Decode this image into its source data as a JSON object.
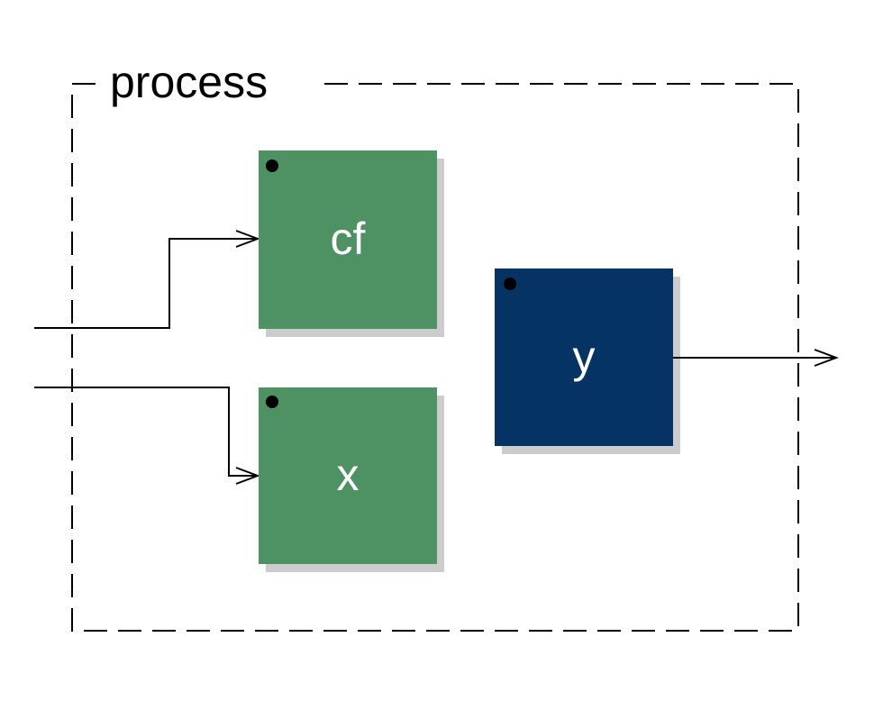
{
  "group": {
    "label": "process"
  },
  "blocks": {
    "cf": {
      "label": "cf",
      "color": "#4e9264"
    },
    "x": {
      "label": "x",
      "color": "#4e9264"
    },
    "y": {
      "label": "y",
      "color": "#053363"
    }
  },
  "colors": {
    "shadow": "#cccccc",
    "wire": "#000000",
    "border": "#000000",
    "background": "#ffffff"
  }
}
